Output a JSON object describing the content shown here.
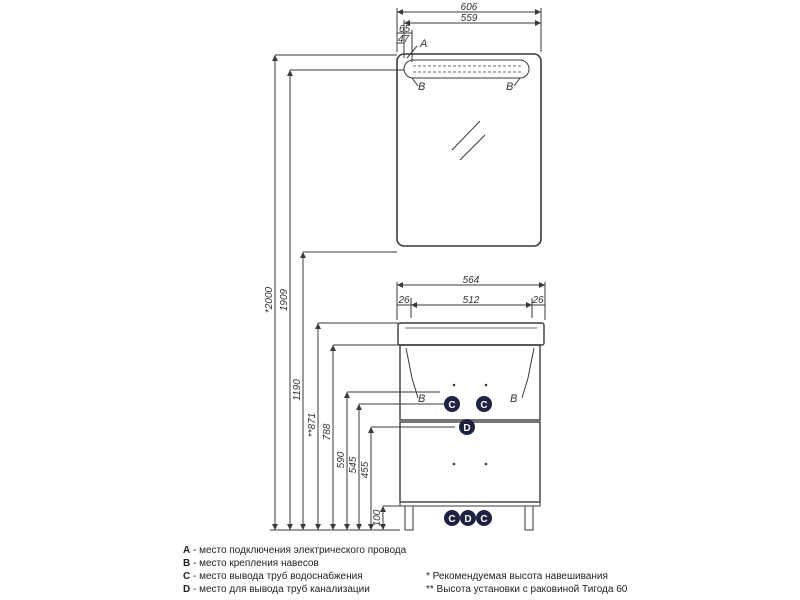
{
  "dimensions": {
    "mirror_width": "606",
    "mirror_inner_width": "559",
    "offset_a1": "65",
    "offset_a2": "47",
    "cabinet_width": "564",
    "cabinet_inner": "512",
    "cabinet_edge_left": "26",
    "cabinet_edge_right": "26",
    "height_2000": "*2000",
    "height_1909": "1909",
    "height_1190": "1190",
    "height_871": "**871",
    "height_788": "788",
    "height_590": "590",
    "height_545": "545",
    "height_455": "455",
    "height_100": "100"
  },
  "tags": {
    "a": "A",
    "b": "B",
    "c": "C",
    "d": "D"
  },
  "legend": {
    "a_letter": "A",
    "a_text": " - место подключения электрического провода",
    "b_letter": "B",
    "b_text": " - место крепления навесов",
    "c_letter": "C",
    "c_text": " - место вывода труб водоснабжения",
    "d_letter": "D",
    "d_text": " - место для вывода труб канализации",
    "note_1": "* Рекомендуемая высота навешивания",
    "note_2": "** Высота установки с раковиной Тигода 60"
  },
  "colors": {
    "line": "#3a3a3a",
    "badge": "#1c2240"
  }
}
